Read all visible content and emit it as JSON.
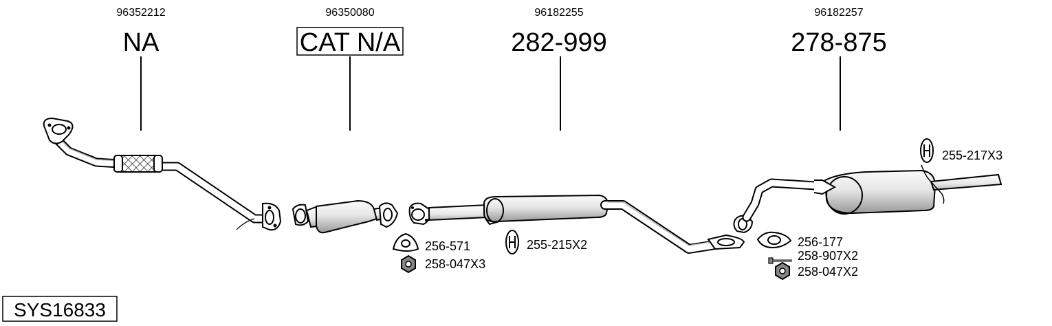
{
  "diagram": {
    "system_code": "SYS16833",
    "sections": [
      {
        "oe_number": "96352212",
        "part_label": "NA",
        "boxed": false
      },
      {
        "oe_number": "96350080",
        "part_label": "CAT N/A",
        "boxed": true
      },
      {
        "oe_number": "96182255",
        "part_label": "282-999",
        "boxed": false
      },
      {
        "oe_number": "96182257",
        "part_label": "278-875",
        "boxed": false
      }
    ],
    "accessories": [
      {
        "label": "255-217X3",
        "icon": "rubber-hanger-icon"
      },
      {
        "label": "256-571",
        "icon": "gasket-icon"
      },
      {
        "label": "258-047X3",
        "icon": "nut-icon"
      },
      {
        "label": "255-215X2",
        "icon": "rubber-hanger-icon"
      },
      {
        "label": "256-177",
        "icon": "gasket-icon"
      },
      {
        "label": "258-907X2",
        "icon": "bolt-icon"
      },
      {
        "label": "258-047X2",
        "icon": "nut-icon"
      }
    ]
  }
}
